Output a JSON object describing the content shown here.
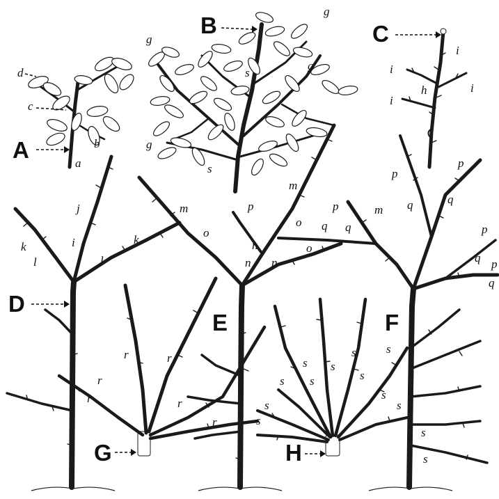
{
  "figure": {
    "description_labels": {
      "A": "A",
      "B": "B",
      "C": "C",
      "D": "D",
      "E": "E",
      "F": "F",
      "G": "G",
      "H": "H"
    },
    "small_labels": {
      "a": "a",
      "b": "b",
      "c": "c",
      "d": "d",
      "g": "g",
      "s": "s",
      "i": "i",
      "h": "h",
      "j": "j",
      "k": "k",
      "l": "l",
      "m": "m",
      "n": "n",
      "o": "o",
      "p": "p",
      "q": "q",
      "r": "r"
    },
    "colors": {
      "ink": "#1a1a1a",
      "paper": "#ffffff"
    }
  }
}
